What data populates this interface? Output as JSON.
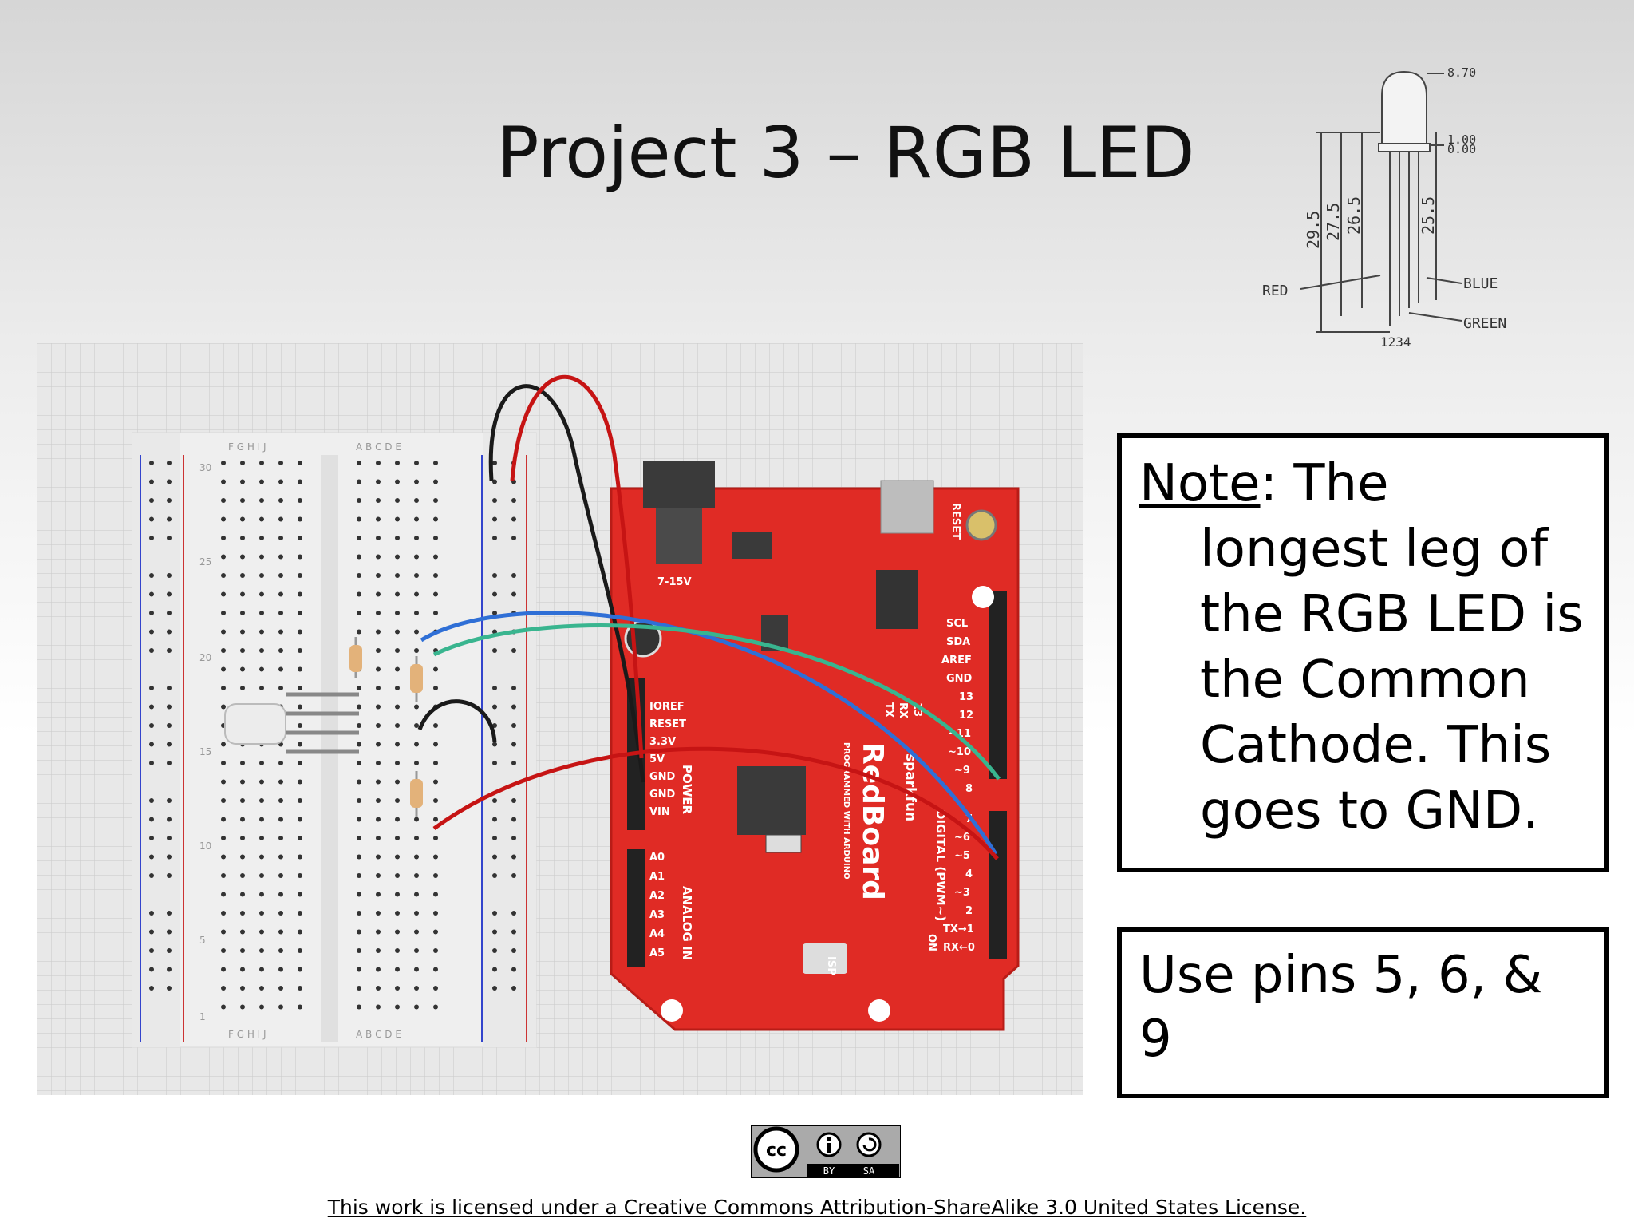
{
  "slide": {
    "title": "Project 3 – RGB LED",
    "note_label": "Note",
    "note_body": ": The longest leg of the RGB LED is the Common Cathode. This goes to GND.",
    "pins_text": "Use pins 5, 6, & 9",
    "license_text": "This work is licensed under a Creative Commons Attribution-ShareAlike 3.0 United States License."
  },
  "led_diagram": {
    "dims": [
      "8.70",
      "1.00",
      "0.00",
      "29.5",
      "27.5",
      "26.5",
      "25.5"
    ],
    "labels": {
      "red": "RED",
      "blue": "BLUE",
      "green": "GREEN",
      "pins": "1234"
    }
  },
  "cc_badge": {
    "cc": "cc",
    "by": "BY",
    "sa": "SA"
  },
  "board": {
    "jack": "7-15V",
    "reset": "RESET",
    "left_header": [
      "IOREF",
      "RESET",
      "3.3V",
      "5V",
      "GND",
      "GND",
      "VIN"
    ],
    "analog_header": [
      "A0",
      "A1",
      "A2",
      "A3",
      "A4",
      "A5"
    ],
    "right_header_top": [
      "SCL",
      "SDA",
      "AREF",
      "GND",
      "13",
      "12",
      "~11",
      "~10",
      "~9",
      "8"
    ],
    "right_header_bottom": [
      "7",
      "~6",
      "~5",
      "4",
      "~3",
      "2",
      "TX→1",
      "RX←0"
    ],
    "power_label": "POWER",
    "analog_label": "ANALOG IN",
    "digital_label": "DIGITAL (PWM~)",
    "brand": "sparkfun",
    "name": "RedBoard",
    "subtitle": "PROGRAMMED WITH ARDUINO",
    "tx": "TX",
    "rx": "RX",
    "pin13": "13",
    "isp": "ISP",
    "on": "ON"
  },
  "breadboard": {
    "row_numbers": [
      "30",
      "25",
      "20",
      "15",
      "10",
      "5",
      "1"
    ],
    "cols_left": "F G H I J",
    "cols_right": "A B C D E"
  },
  "colors": {
    "board_red": "#e02b25",
    "wire_black": "#1a1a1a",
    "wire_red": "#c61414",
    "wire_blue": "#2f6fd6",
    "wire_green": "#39b58f"
  }
}
